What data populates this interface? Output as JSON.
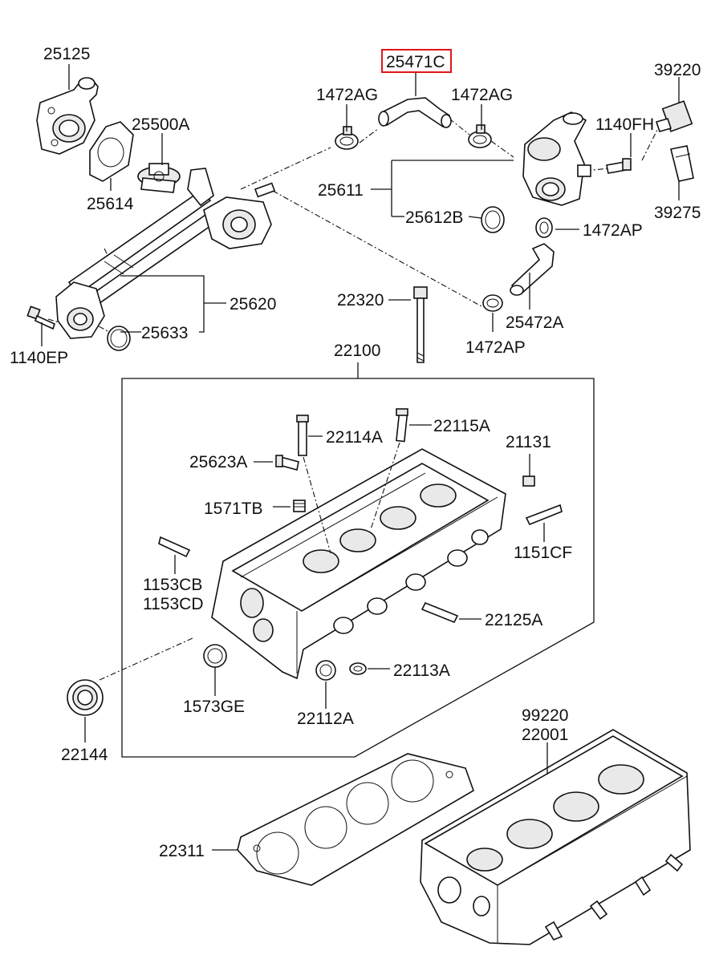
{
  "highlighted_part": "25471C",
  "highlight_color": "#e0151b",
  "line_color": "#111111",
  "labels": {
    "p25125": "25125",
    "p25500A": "25500A",
    "p25614": "25614",
    "p25471C": "25471C",
    "p1472AG_left": "1472AG",
    "p1472AG_right": "1472AG",
    "p39220": "39220",
    "p1140FH": "1140FH",
    "p25611": "25611",
    "p25612B": "25612B",
    "p39275": "39275",
    "p1472AP_top": "1472AP",
    "p25620": "25620",
    "p25633": "25633",
    "p1140EP": "1140EP",
    "p22320": "22320",
    "p25472A": "25472A",
    "p1472AP_bottom": "1472AP",
    "p22100": "22100",
    "p22114A": "22114A",
    "p22115A": "22115A",
    "p21131": "21131",
    "p25623A": "25623A",
    "p1571TB": "1571TB",
    "p1151CF": "1151CF",
    "p1153CB": "1153CB",
    "p1153CD": "1153CD",
    "p22125A": "22125A",
    "p22113A": "22113A",
    "p1573GE": "1573GE",
    "p22112A": "22112A",
    "p22144": "22144",
    "p99220": "99220",
    "p22001": "22001",
    "p22311": "22311"
  }
}
